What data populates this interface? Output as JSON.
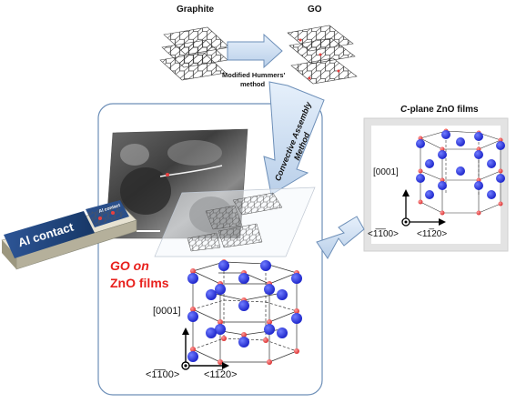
{
  "labels": {
    "graphite": "Graphite",
    "go": "GO",
    "method_line1": "Modified Hummers'",
    "method_line2": "method",
    "convective_line1": "Convective Assembly",
    "convective_line2": "Method",
    "cplane_prefix": "C",
    "cplane_rest": "-plane ZnO films",
    "al_contact": "Al contact",
    "al_contact_small": "Al contact",
    "go_on_line1": "GO on",
    "go_on_line2": "ZnO films",
    "axis_0001": "[0001]",
    "axis_1100": "<1̅1̅00>",
    "axis_1120": "<11̅20>"
  },
  "colors": {
    "zinc_atom": "#2233dd",
    "oxygen_atom": "#e84040",
    "highlight_text": "#e8201c",
    "arrow_fill": "#cfe0f3",
    "arrow_stroke": "#6d8fb8",
    "panel_border": "#6d8fb8",
    "al_contact_bg": "#1f3f78"
  }
}
